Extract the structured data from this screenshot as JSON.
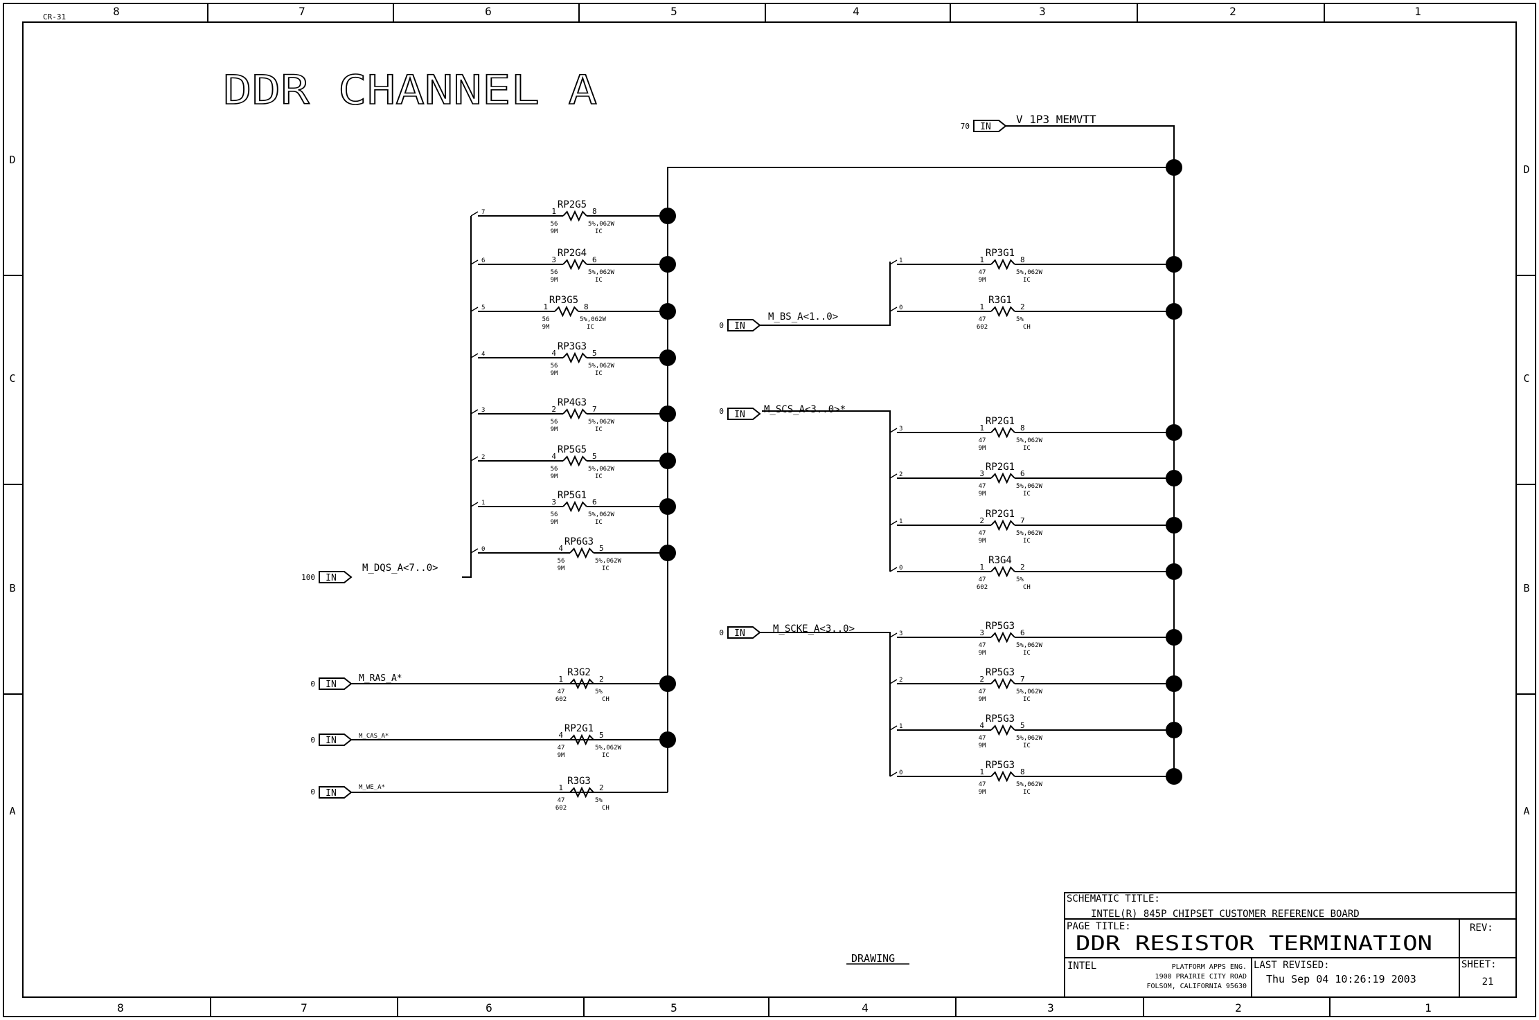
{
  "border": {
    "top_cols": [
      "8",
      "7",
      "6",
      "5",
      "4",
      "3",
      "2",
      "1"
    ],
    "bottom_cols": [
      "8",
      "7",
      "6",
      "5",
      "4",
      "3",
      "2",
      "1"
    ],
    "rows": [
      "D",
      "C",
      "B",
      "A"
    ],
    "corner_label": "CR-31"
  },
  "title": "DDR CHANNEL A",
  "ports": [
    {
      "id": "vtt",
      "ref": "70",
      "dir": "IN",
      "net": "V_1P3_MEMVTT"
    },
    {
      "id": "dqs",
      "ref": "100",
      "dir": "IN",
      "net": "M_DQS_A<7..0>"
    },
    {
      "id": "ras",
      "ref": "0",
      "dir": "IN",
      "net": "M_RAS_A*"
    },
    {
      "id": "cas",
      "ref": "0",
      "dir": "IN",
      "net": "M_CAS_A*"
    },
    {
      "id": "we",
      "ref": "0",
      "dir": "IN",
      "net": "M_WE_A*"
    },
    {
      "id": "bs",
      "ref": "0",
      "dir": "IN",
      "net": "M_BS_A<1..0>"
    },
    {
      "id": "scs",
      "ref": "0",
      "dir": "IN",
      "net": "M_SCS_A<3..0>*"
    },
    {
      "id": "scke",
      "ref": "0",
      "dir": "IN",
      "net": "M_SCKE_A<3..0>"
    }
  ],
  "left_resistors": [
    {
      "bit": "7",
      "ref": "RP2G5",
      "p1": "1",
      "p2": "8",
      "val": "56",
      "pkg": "9M",
      "tol": "5%,062W",
      "type": "IC"
    },
    {
      "bit": "6",
      "ref": "RP2G4",
      "p1": "3",
      "p2": "6",
      "val": "56",
      "pkg": "9M",
      "tol": "5%,062W",
      "type": "IC"
    },
    {
      "bit": "5",
      "ref": "RP3G5",
      "p1": "1",
      "p2": "8",
      "val": "56",
      "pkg": "9M",
      "tol": "5%,062W",
      "type": "IC"
    },
    {
      "bit": "4",
      "ref": "RP3G3",
      "p1": "4",
      "p2": "5",
      "val": "56",
      "pkg": "9M",
      "tol": "5%,062W",
      "type": "IC"
    },
    {
      "bit": "3",
      "ref": "RP4G3",
      "p1": "2",
      "p2": "7",
      "val": "56",
      "pkg": "9M",
      "tol": "5%,062W",
      "type": "IC"
    },
    {
      "bit": "2",
      "ref": "RP5G5",
      "p1": "4",
      "p2": "5",
      "val": "56",
      "pkg": "9M",
      "tol": "5%,062W",
      "type": "IC"
    },
    {
      "bit": "1",
      "ref": "RP5G1",
      "p1": "3",
      "p2": "6",
      "val": "56",
      "pkg": "9M",
      "tol": "5%,062W",
      "type": "IC"
    },
    {
      "bit": "0",
      "ref": "RP6G3",
      "p1": "4",
      "p2": "5",
      "val": "56",
      "pkg": "9M",
      "tol": "5%,062W",
      "type": "IC"
    }
  ],
  "ctrl_resistors": [
    {
      "ref": "R3G2",
      "p1": "1",
      "p2": "2",
      "val": "47",
      "pkg": "602",
      "tol": "5%",
      "type": "CH"
    },
    {
      "ref": "RP2G1",
      "p1": "4",
      "p2": "5",
      "val": "47",
      "pkg": "9M",
      "tol": "5%,062W",
      "type": "IC"
    },
    {
      "ref": "R3G3",
      "p1": "1",
      "p2": "2",
      "val": "47",
      "pkg": "602",
      "tol": "5%",
      "type": "CH"
    }
  ],
  "bs_resistors": [
    {
      "bit": "1",
      "ref": "RP3G1",
      "p1": "1",
      "p2": "8",
      "val": "47",
      "pkg": "9M",
      "tol": "5%,062W",
      "type": "IC"
    },
    {
      "bit": "0",
      "ref": "R3G1",
      "p1": "1",
      "p2": "2",
      "val": "47",
      "pkg": "602",
      "tol": "5%",
      "type": "CH"
    }
  ],
  "scs_resistors": [
    {
      "bit": "3",
      "ref": "RP2G1",
      "p1": "1",
      "p2": "8",
      "val": "47",
      "pkg": "9M",
      "tol": "5%,062W",
      "type": "IC"
    },
    {
      "bit": "2",
      "ref": "RP2G1",
      "p1": "3",
      "p2": "6",
      "val": "47",
      "pkg": "9M",
      "tol": "5%,062W",
      "type": "IC"
    },
    {
      "bit": "1",
      "ref": "RP2G1",
      "p1": "2",
      "p2": "7",
      "val": "47",
      "pkg": "9M",
      "tol": "5%,062W",
      "type": "IC"
    },
    {
      "bit": "0",
      "ref": "R3G4",
      "p1": "1",
      "p2": "2",
      "val": "47",
      "pkg": "602",
      "tol": "5%",
      "type": "CH"
    }
  ],
  "scke_resistors": [
    {
      "bit": "3",
      "ref": "RP5G3",
      "p1": "3",
      "p2": "6",
      "val": "47",
      "pkg": "9M",
      "tol": "5%,062W",
      "type": "IC"
    },
    {
      "bit": "2",
      "ref": "RP5G3",
      "p1": "2",
      "p2": "7",
      "val": "47",
      "pkg": "9M",
      "tol": "5%,062W",
      "type": "IC"
    },
    {
      "bit": "1",
      "ref": "RP5G3",
      "p1": "4",
      "p2": "5",
      "val": "47",
      "pkg": "9M",
      "tol": "5%,062W",
      "type": "IC"
    },
    {
      "bit": "0",
      "ref": "RP5G3",
      "p1": "1",
      "p2": "8",
      "val": "47",
      "pkg": "9M",
      "tol": "5%,062W",
      "type": "IC"
    }
  ],
  "drawing_label": "DRAWING",
  "title_block": {
    "schematic_title_label": "SCHEMATIC TITLE:",
    "schematic_title": "INTEL(R) 845P CHIPSET CUSTOMER REFERENCE BOARD",
    "page_title_label": "PAGE TITLE:",
    "page_title": "DDR RESISTOR TERMINATION",
    "rev_label": "REV:",
    "company": "INTEL",
    "address_lines": [
      "PLATFORM APPS ENG.",
      "1900 PRAIRIE CITY ROAD",
      "FOLSOM, CALIFORNIA 95630"
    ],
    "last_revised_label": "LAST REVISED:",
    "last_revised": "Thu Sep 04 10:26:19 2003",
    "sheet_label": "SHEET:",
    "sheet": "21"
  }
}
